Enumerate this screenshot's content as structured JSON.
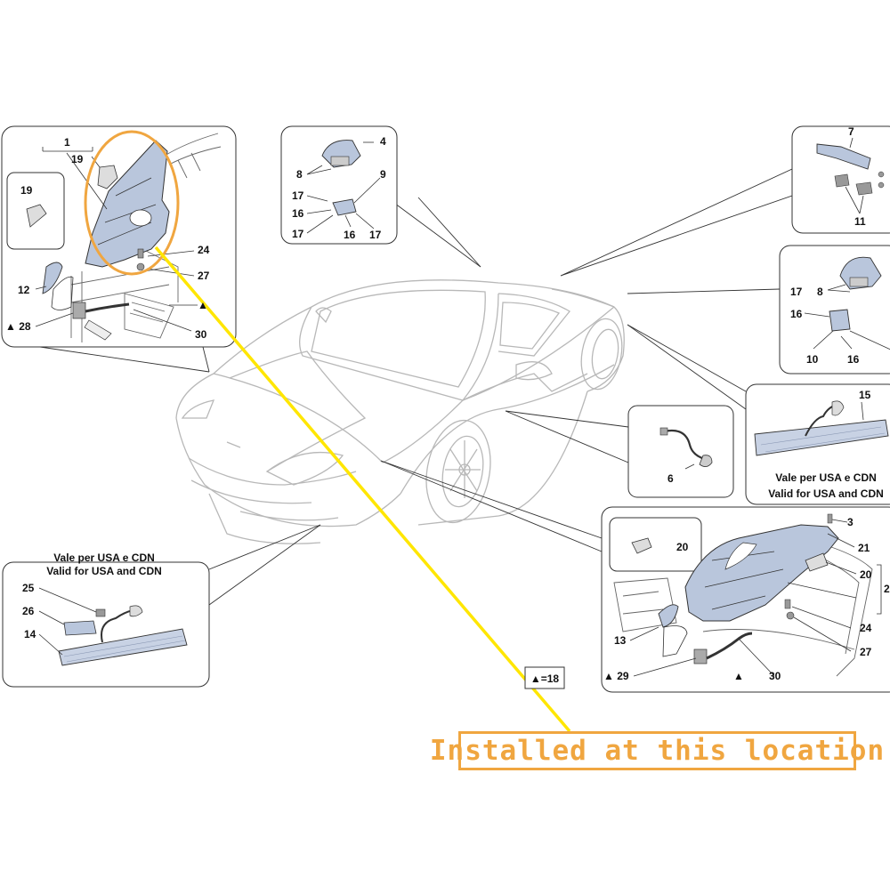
{
  "colors": {
    "callout": "#f0a640",
    "pointer": "#ffe600",
    "part_fill": "#b9c6dc",
    "line": "#333333",
    "car_line": "#b8b8b8"
  },
  "callout": {
    "text": "Installed at this location"
  },
  "legend_triangle": {
    "text": "▲=18"
  },
  "panels": {
    "headlight_left": {
      "labels": [
        "1",
        "19",
        "19",
        "24",
        "27",
        "12",
        "▲ 28",
        "30",
        "▲"
      ]
    },
    "fog_front": {
      "labels": [
        "4",
        "8",
        "9",
        "17",
        "16",
        "17",
        "16",
        "17"
      ]
    },
    "top_right": {
      "labels": [
        "7",
        "11"
      ]
    },
    "fog_right": {
      "labels": [
        "17",
        "8",
        "16",
        "10",
        "16"
      ]
    },
    "side_marker_right": {
      "labels": [
        "15"
      ],
      "note_it": "Vale per USA e CDN",
      "note_en": "Valid for USA and CDN"
    },
    "harness": {
      "labels": [
        "6"
      ]
    },
    "headlight_right": {
      "labels": [
        "3",
        "21",
        "20",
        "20",
        "24",
        "27",
        "13",
        "▲ 29",
        "▲",
        "30",
        "2"
      ]
    },
    "side_marker_left": {
      "labels": [
        "25",
        "26",
        "14"
      ],
      "note_it": "Vale per USA e CDN",
      "note_en": "Valid for USA and CDN"
    }
  }
}
